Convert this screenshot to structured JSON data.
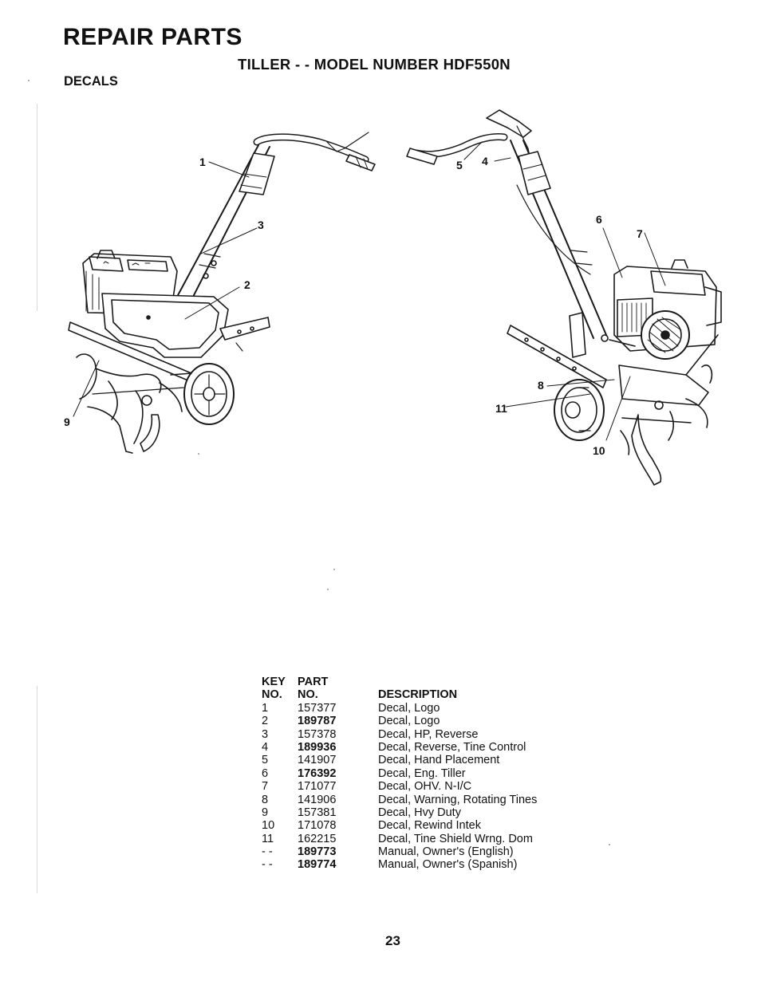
{
  "page": {
    "heading": "REPAIR PARTS",
    "subheading": "TILLER - - MODEL NUMBER HDF550N",
    "section": "DECALS",
    "page_number": "23"
  },
  "illustration": {
    "left_callouts": [
      "1",
      "2",
      "3",
      "9"
    ],
    "right_callouts": [
      "4",
      "5",
      "6",
      "7",
      "8",
      "10",
      "11"
    ]
  },
  "parts_table": {
    "header": {
      "key_line1": "KEY",
      "key_line2": "NO.",
      "part_line1": "PART",
      "part_line2": "NO.",
      "description": "DESCRIPTION"
    },
    "rows": [
      {
        "key": "1",
        "part": "157377",
        "description": "Decal, Logo",
        "part_bold": false
      },
      {
        "key": "2",
        "part": "189787",
        "description": "Decal, Logo",
        "part_bold": true
      },
      {
        "key": "3",
        "part": "157378",
        "description": "Decal, HP, Reverse",
        "part_bold": false
      },
      {
        "key": "4",
        "part": "189936",
        "description": "Decal, Reverse, Tine Control",
        "part_bold": true
      },
      {
        "key": "5",
        "part": "141907",
        "description": "Decal, Hand Placement",
        "part_bold": false
      },
      {
        "key": "6",
        "part": "176392",
        "description": "Decal, Eng. Tiller",
        "part_bold": true
      },
      {
        "key": "7",
        "part": "171077",
        "description": "Decal, OHV. N-I/C",
        "part_bold": false
      },
      {
        "key": "8",
        "part": "141906",
        "description": "Decal, Warning, Rotating Tines",
        "part_bold": false
      },
      {
        "key": "9",
        "part": "157381",
        "description": "Decal, Hvy Duty",
        "part_bold": false
      },
      {
        "key": "10",
        "part": "171078",
        "description": "Decal, Rewind Intek",
        "part_bold": false
      },
      {
        "key": "11",
        "part": "162215",
        "description": "Decal, Tine Shield Wrng. Dom",
        "part_bold": false
      },
      {
        "key": "- -",
        "part": "189773",
        "description": "Manual, Owner's (English)",
        "part_bold": true
      },
      {
        "key": "- -",
        "part": "189774",
        "description": "Manual, Owner's (Spanish)",
        "part_bold": true
      }
    ]
  }
}
